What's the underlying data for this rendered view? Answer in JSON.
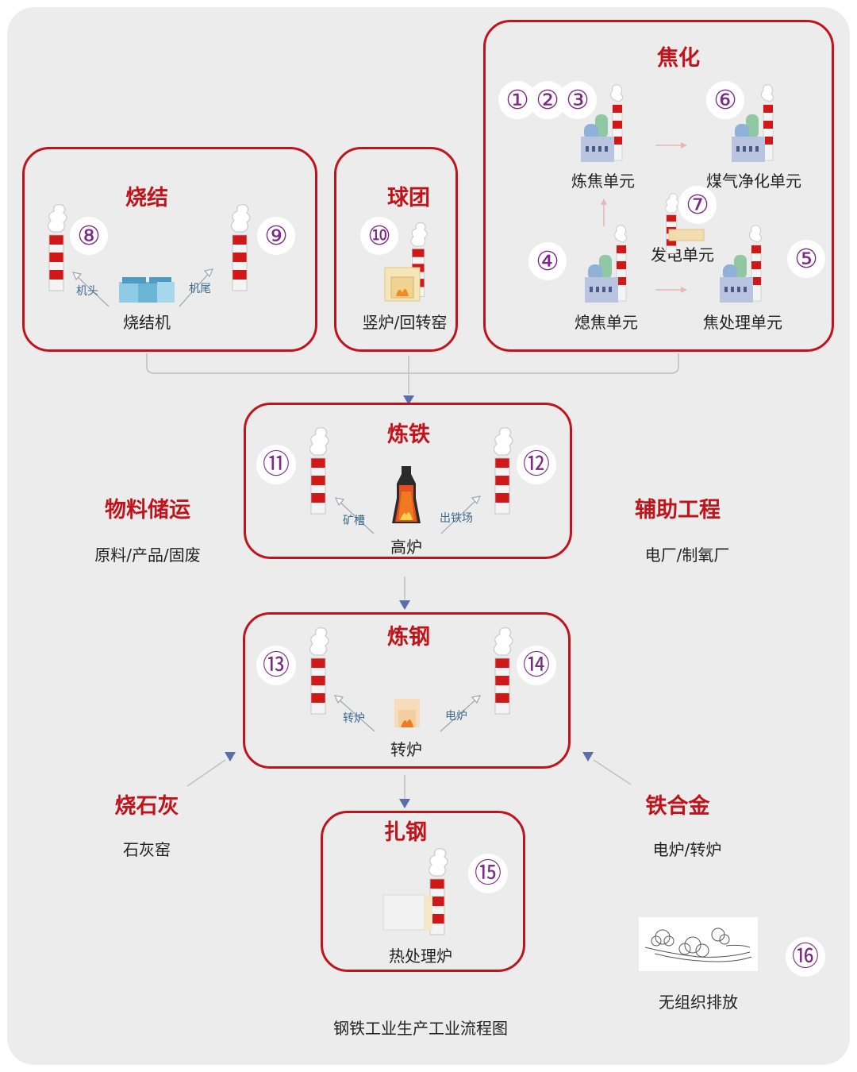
{
  "caption": "钢铁工业生产工业流程图",
  "sections": {
    "sintering": {
      "title": "烧结",
      "device": "烧结机",
      "left_tag": "机头",
      "right_tag": "机尾",
      "nums": [
        "⑧",
        "⑨"
      ]
    },
    "pellet": {
      "title": "球团",
      "device": "竖炉/回转窑",
      "nums": [
        "⑩"
      ]
    },
    "coking": {
      "title": "焦化",
      "units": [
        "炼焦单元",
        "煤气净化单元",
        "发电单元",
        "熄焦单元",
        "焦处理单元"
      ],
      "nums": [
        "①",
        "②",
        "③",
        "⑥",
        "⑦",
        "④",
        "⑤"
      ]
    },
    "ironmaking": {
      "title": "炼铁",
      "device": "高炉",
      "left_tag": "矿槽",
      "right_tag": "出铁场",
      "nums": [
        "⑪",
        "⑫"
      ]
    },
    "steelmaking": {
      "title": "炼钢",
      "device": "转炉",
      "left_tag": "转炉",
      "right_tag": "电炉",
      "nums": [
        "⑬",
        "⑭"
      ]
    },
    "rolling": {
      "title": "扎钢",
      "device": "热处理炉",
      "nums": [
        "⑮"
      ]
    },
    "material": {
      "title": "物料储运",
      "sub": "原料/产品/固废"
    },
    "auxiliary": {
      "title": "辅助工程",
      "sub": "电厂/制氧厂"
    },
    "lime": {
      "title": "烧石灰",
      "sub": "石灰窑"
    },
    "ferroalloy": {
      "title": "铁合金",
      "sub": "电炉/转炉"
    },
    "fugitive": {
      "label": "无组织排放",
      "num": "⑯"
    }
  },
  "colors": {
    "accent": "#c0141c",
    "number": "#7b2a86",
    "arrow": "#5a6ea8",
    "background": "#ececec"
  }
}
